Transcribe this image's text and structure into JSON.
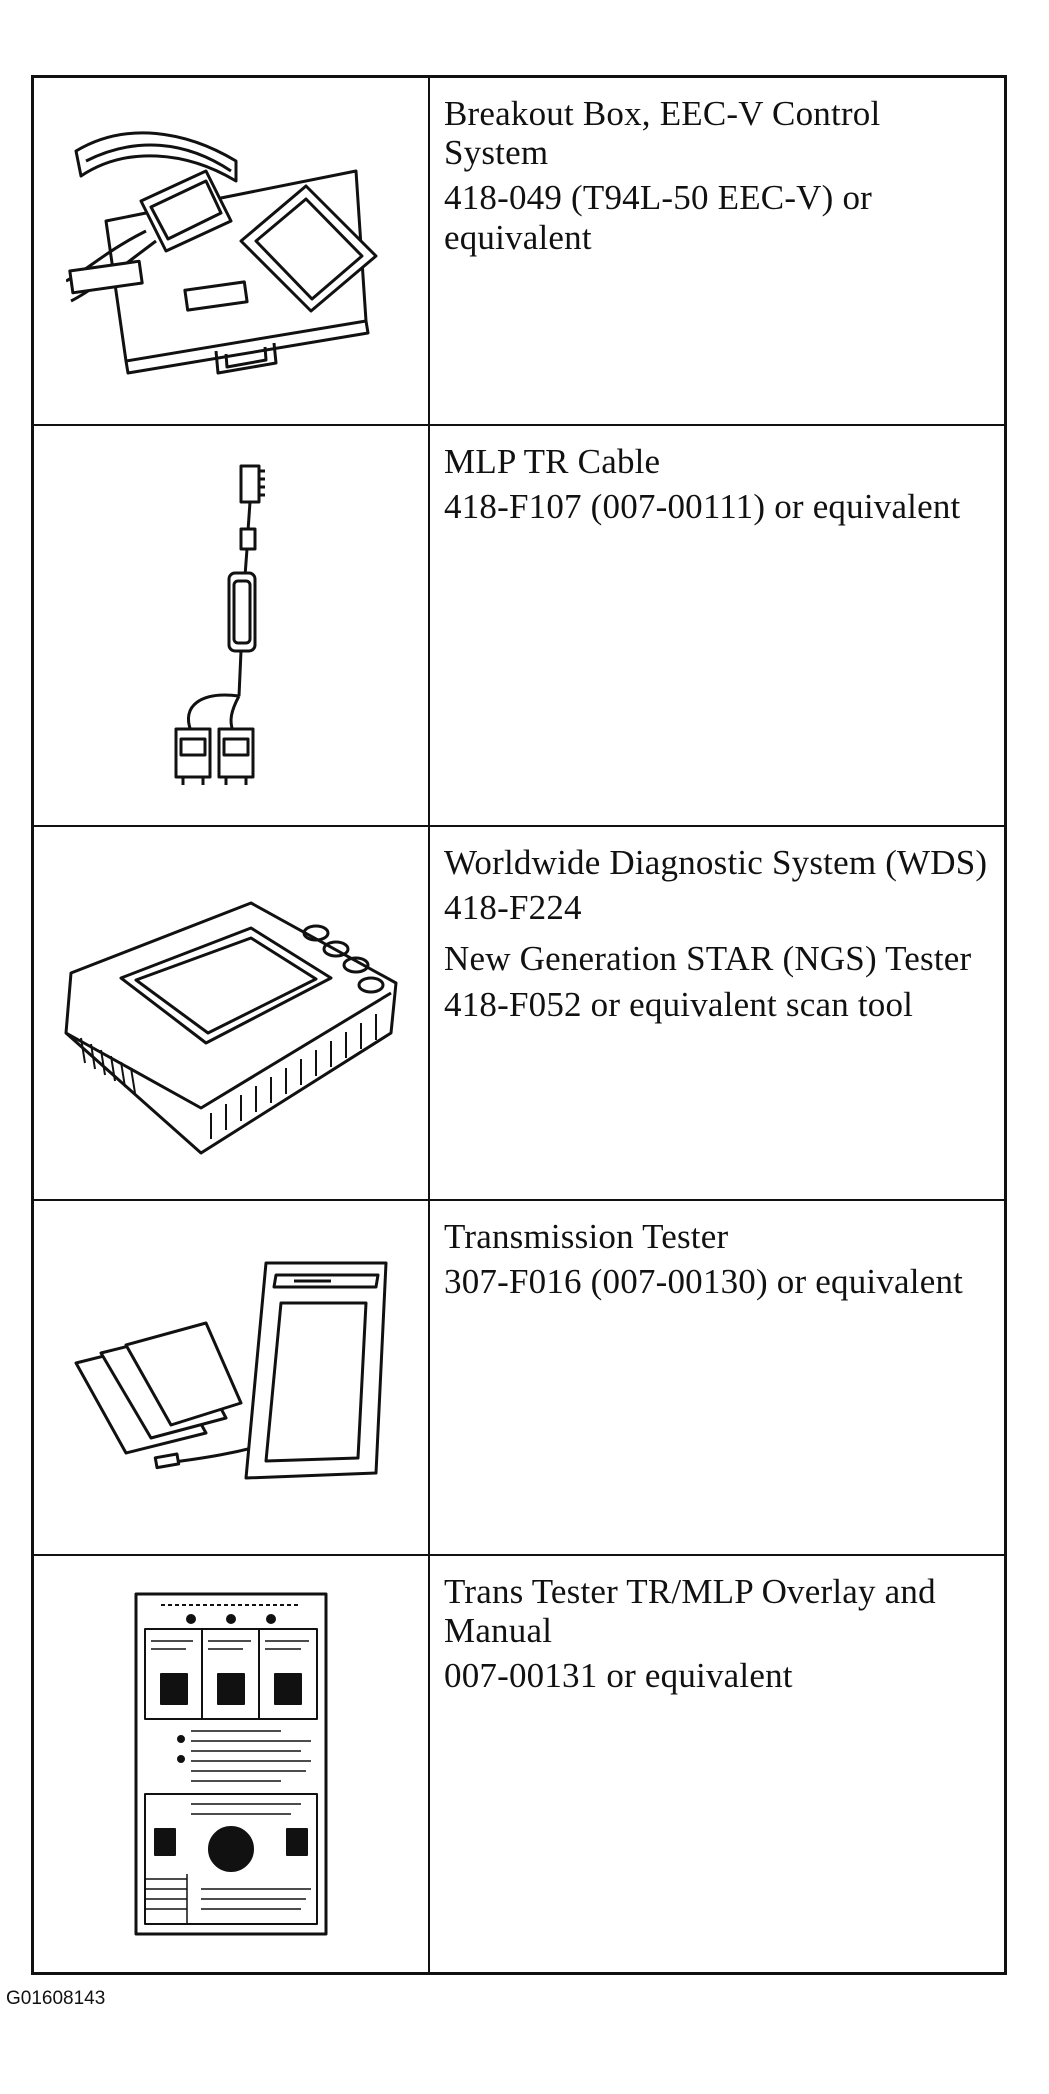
{
  "tools": [
    {
      "illustration": "breakout-box",
      "lines": [
        "Breakout Box, EEC-V Control System",
        "418-049 (T94L-50 EEC-V) or equivalent"
      ]
    },
    {
      "illustration": "mlp-tr-cable",
      "lines": [
        "MLP TR Cable",
        "418-F107 (007-00111) or equivalent"
      ]
    },
    {
      "illustration": "wds-tester",
      "lines": [
        "Worldwide Diagnostic System (WDS)",
        "418-F224"
      ],
      "lines2": [
        "New Generation STAR (NGS) Tester",
        "418-F052 or equivalent scan tool"
      ]
    },
    {
      "illustration": "transmission-tester",
      "lines": [
        "Transmission Tester",
        "307-F016 (007-00130) or equivalent"
      ]
    },
    {
      "illustration": "overlay-manual",
      "lines": [
        "Trans Tester TR/MLP Overlay and Manual",
        "007-00131 or equivalent"
      ]
    }
  ],
  "caption": "G01608143"
}
